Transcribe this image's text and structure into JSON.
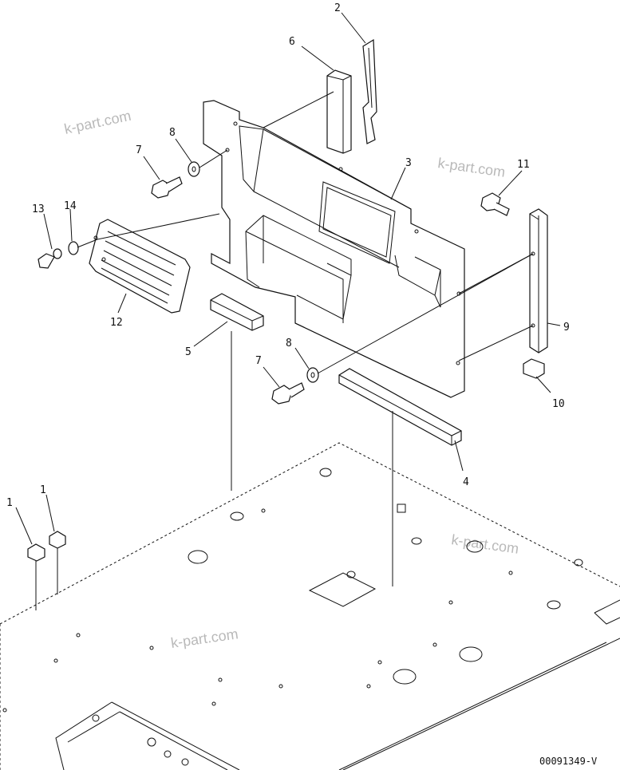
{
  "drawing_code": "00091349-V",
  "watermarks": [
    "k-part.com",
    "k-part.com",
    "k-part.com",
    "k-part.com"
  ],
  "callouts": [
    "1",
    "1",
    "2",
    "3",
    "4",
    "5",
    "6",
    "7",
    "7",
    "8",
    "8",
    "9",
    "10",
    "11",
    "12",
    "13",
    "14"
  ]
}
